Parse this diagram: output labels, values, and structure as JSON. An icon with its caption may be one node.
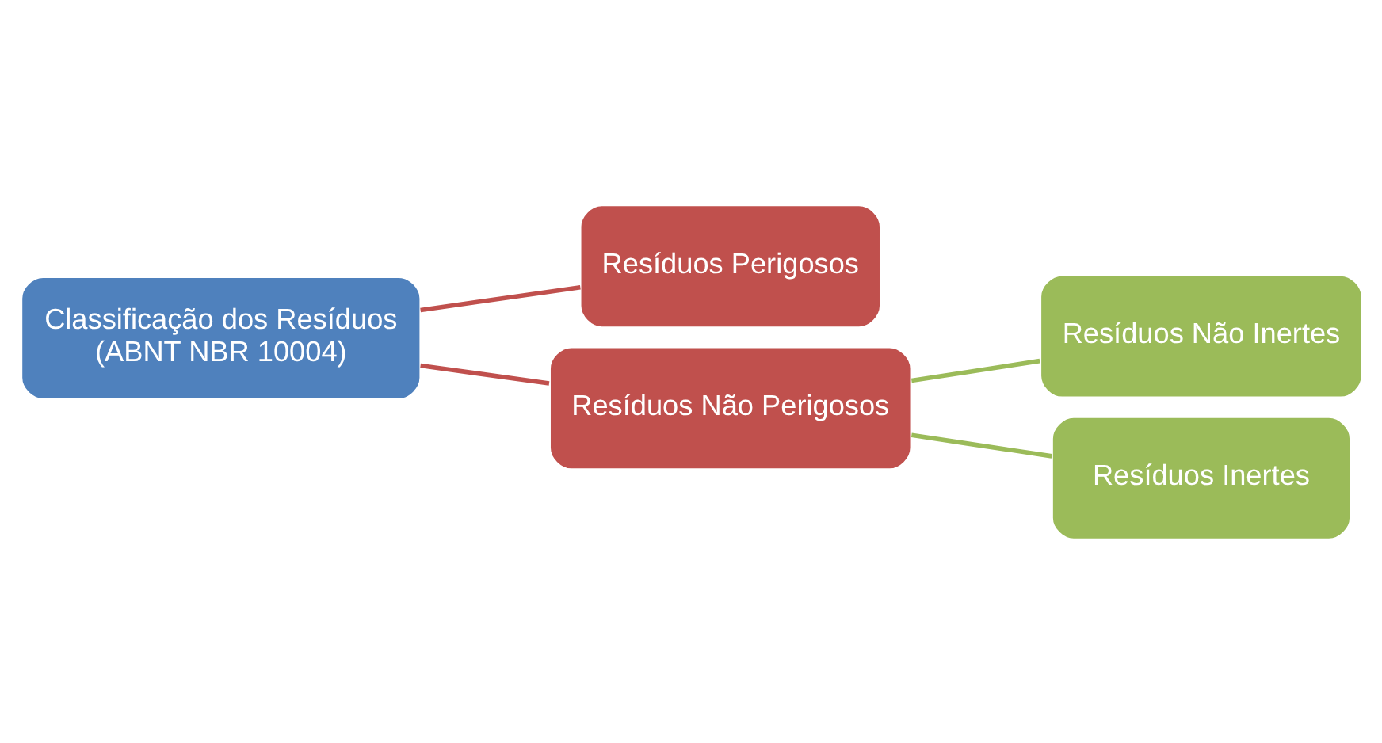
{
  "diagram": {
    "nodes": [
      {
        "text": [
          "Classificação dos Resíduos",
          "(ABNT NBR 10004)"
        ]
      },
      {
        "text": [
          "Resíduos Perigosos"
        ]
      },
      {
        "text": [
          "Resíduos Não Perigosos"
        ]
      },
      {
        "text": [
          "Resíduos Não Inertes"
        ]
      },
      {
        "text": [
          "Resíduos Inertes"
        ]
      }
    ],
    "edges": [
      {
        "from": 0,
        "to": 1,
        "arrow": "none",
        "color": "#c0504d"
      },
      {
        "from": 0,
        "to": 2,
        "arrow": "none",
        "color": "#c0504d"
      },
      {
        "from": 2,
        "to": 3,
        "arrow": "none",
        "color": "#9bbb59"
      },
      {
        "from": 2,
        "to": 4,
        "arrow": "none",
        "color": "#9bbb59"
      }
    ]
  }
}
